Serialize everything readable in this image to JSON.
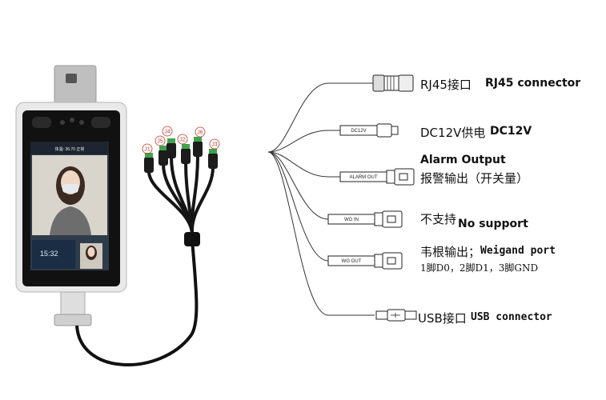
{
  "device": {
    "screen_header": "体温: 36.70 正常",
    "clock": "15:32"
  },
  "pins": [
    {
      "id": "J1",
      "color": "#c0392b"
    },
    {
      "id": "J5",
      "color": "#c0392b"
    },
    {
      "id": "J4",
      "color": "#c0392b"
    },
    {
      "id": "J2",
      "color": "#c0392b"
    },
    {
      "id": "J6",
      "color": "#c0392b"
    },
    {
      "id": "J3",
      "color": "#c0392b"
    }
  ],
  "connectors": [
    {
      "plug_label": "",
      "cn": "RJ45接口",
      "en": "RJ45 connector"
    },
    {
      "plug_label": "DC12V",
      "cn": "DC12V供电",
      "en": "DC12V"
    },
    {
      "plug_label": "ALARM OUT",
      "en_top": "Alarm Output",
      "cn": "报警输出（开关量）"
    },
    {
      "plug_label": "WG IN",
      "cn": "不支持",
      "en": "No support"
    },
    {
      "plug_label": "WG OUT",
      "cn": "韦根输出；",
      "en": "Weigand port",
      "sub": "1脚D0，2脚D1，3脚GND"
    },
    {
      "plug_label": "",
      "cn": "USB接口",
      "en": "USB connector"
    }
  ]
}
